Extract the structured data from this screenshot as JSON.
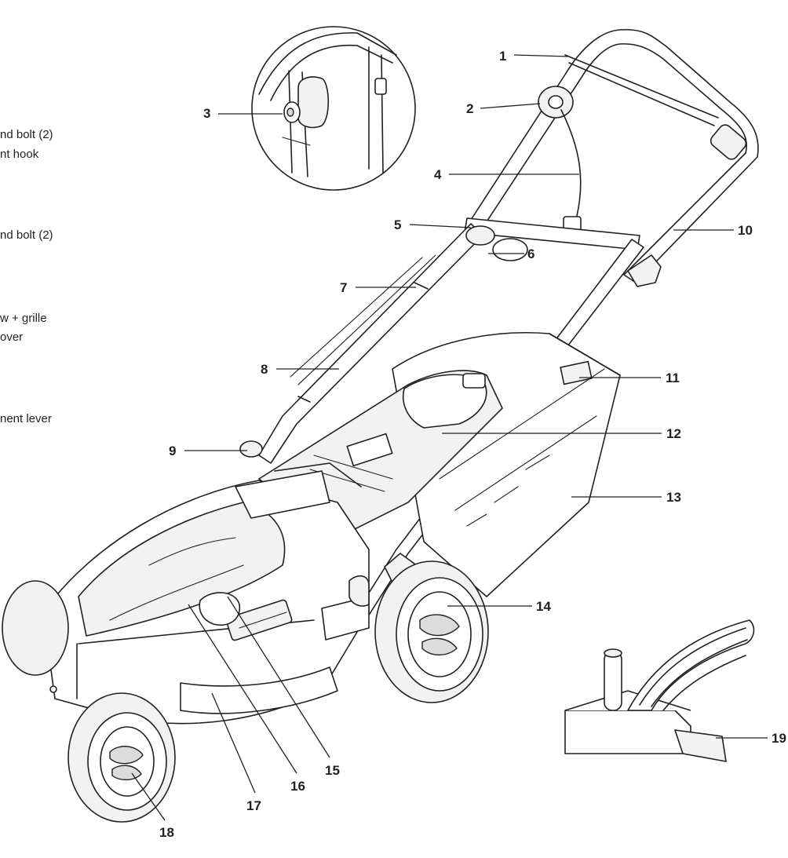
{
  "side_list": [
    "nd bolt (2)",
    "nt hook",
    "nd bolt (2)",
    "w + grille",
    "over",
    "nent lever"
  ],
  "callouts": [
    "1",
    "2",
    "3",
    "4",
    "5",
    "6",
    "7",
    "8",
    "9",
    "10",
    "11",
    "12",
    "13",
    "14",
    "15",
    "16",
    "17",
    "18",
    "19"
  ],
  "colors": {
    "ink": "#231f20",
    "background": "#ffffff",
    "panel": "#f2f2f2"
  }
}
